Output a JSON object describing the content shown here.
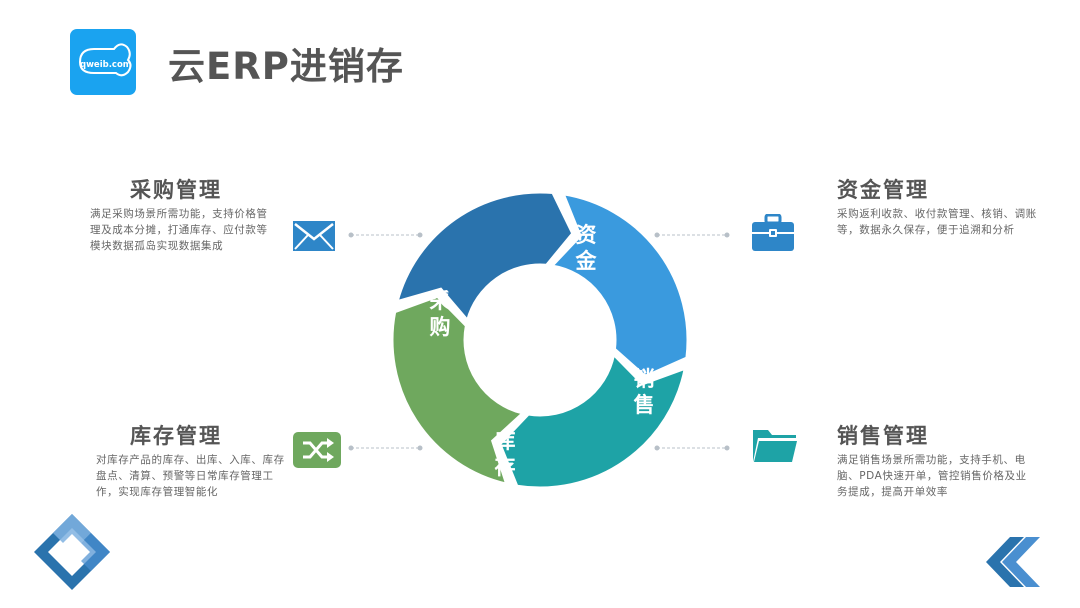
{
  "logo": {
    "text": "qweib.com"
  },
  "title": "云ERP进销存",
  "cycle": {
    "purchase": "采\n购",
    "funds": "资\n金",
    "sales": "销\n售",
    "inventory": "库\n存"
  },
  "sections": {
    "purchase": {
      "title": "采购管理",
      "desc": "满足采购场景所需功能，支持价格管理及成本分摊，打通库存、应付款等模块数据孤岛实现数据集成"
    },
    "funds": {
      "title": "资金管理",
      "desc": "采购返利收款、收付款管理、核销、调账等，数据永久保存，便于追溯和分析"
    },
    "inventory": {
      "title": "库存管理",
      "desc": "对库存产品的库存、出库、入库、库存盘点、清算、预警等日常库存管理工作，实现库存管理智能化"
    },
    "sales": {
      "title": "销售管理",
      "desc": "满足销售场景所需功能，支持手机、电脑、PDA快速开单，管控销售价格及业务提成，提高开单效率"
    }
  },
  "icons": {
    "purchase": "envelope-icon",
    "funds": "briefcase-icon",
    "inventory": "shuffle-icon",
    "sales": "folder-icon"
  },
  "colors": {
    "purchase": "#2a73ad",
    "funds": "#3a9ade",
    "sales": "#1ea3a6",
    "inventory": "#6fa85e",
    "accent": "#1aa3f0",
    "icon": "#2e86c8"
  }
}
